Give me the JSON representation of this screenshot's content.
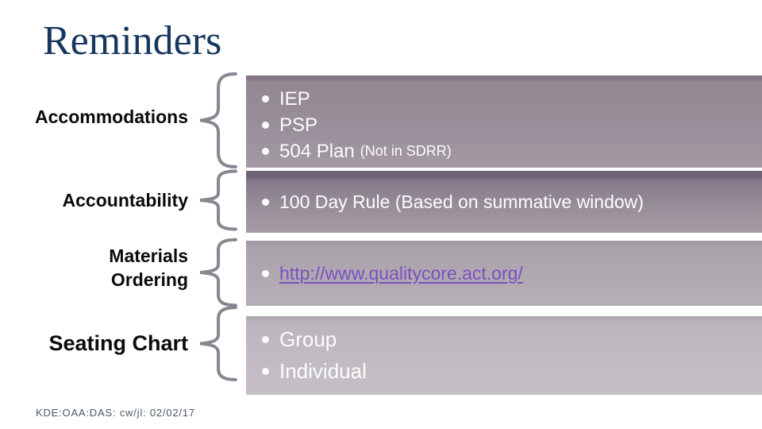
{
  "slide": {
    "title": "Reminders",
    "footer": "KDE:OAA:DAS: cw/jl: 02/02/17"
  },
  "colors": {
    "title_text": "#18375e",
    "label_text": "#0b0b0b",
    "brace_stroke": "#8b8492",
    "box1_bg": "#9a909b",
    "box2_bg_top": "#6e6374",
    "box2_bg_bottom": "#a59ca5",
    "box3_bg": "#aea7b0",
    "box4_bg": "#c0bac2",
    "box_text": "#fdfcfd",
    "link_text": "#7a4fc0",
    "footer_text": "#4b5763"
  },
  "rows": [
    {
      "label": "Accommodations",
      "items": [
        {
          "text": "IEP"
        },
        {
          "text": "PSP"
        },
        {
          "text": "504 Plan",
          "suffix": "(Not in SDRR)"
        }
      ]
    },
    {
      "label": "Accountability",
      "items": [
        {
          "text": "100 Day Rule (Based on summative window)"
        }
      ]
    },
    {
      "label_lines": [
        "Materials",
        "Ordering"
      ],
      "items": [
        {
          "text": "http://www.qualitycore.act.org/",
          "type": "link"
        }
      ]
    },
    {
      "label": "Seating Chart",
      "items": [
        {
          "text": "Group"
        },
        {
          "text": "Individual"
        }
      ]
    }
  ]
}
